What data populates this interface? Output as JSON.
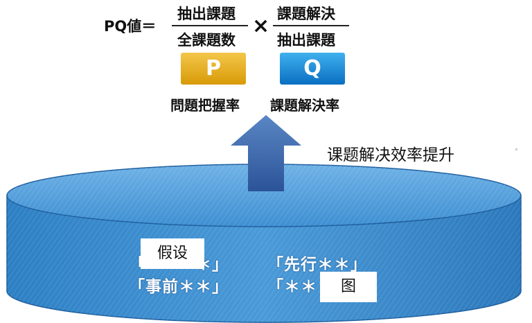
{
  "formula": {
    "lhs": "PQ値＝",
    "p_numerator": "抽出課題",
    "p_denominator": "全課題数",
    "times": "×",
    "q_numerator": "課題解決",
    "q_denominator": "抽出課題",
    "p_box": "P",
    "q_box": "Q",
    "p_rate": "問題把握率",
    "q_rate": "課題解決率"
  },
  "arrow_label": "课题解决效率提升",
  "drum": {
    "item_1": "「　　　＊」",
    "item_2": "「先行＊＊」",
    "item_3": "「事前＊＊」",
    "item_4": "「＊＊　　」"
  },
  "overlays": {
    "top_left": "假设",
    "bottom_right": "图"
  },
  "colors": {
    "p_box": "#e6ad18",
    "q_box": "#1f8fdc",
    "drum": "#3a8fd0",
    "arrow": "#3f6fb0"
  }
}
